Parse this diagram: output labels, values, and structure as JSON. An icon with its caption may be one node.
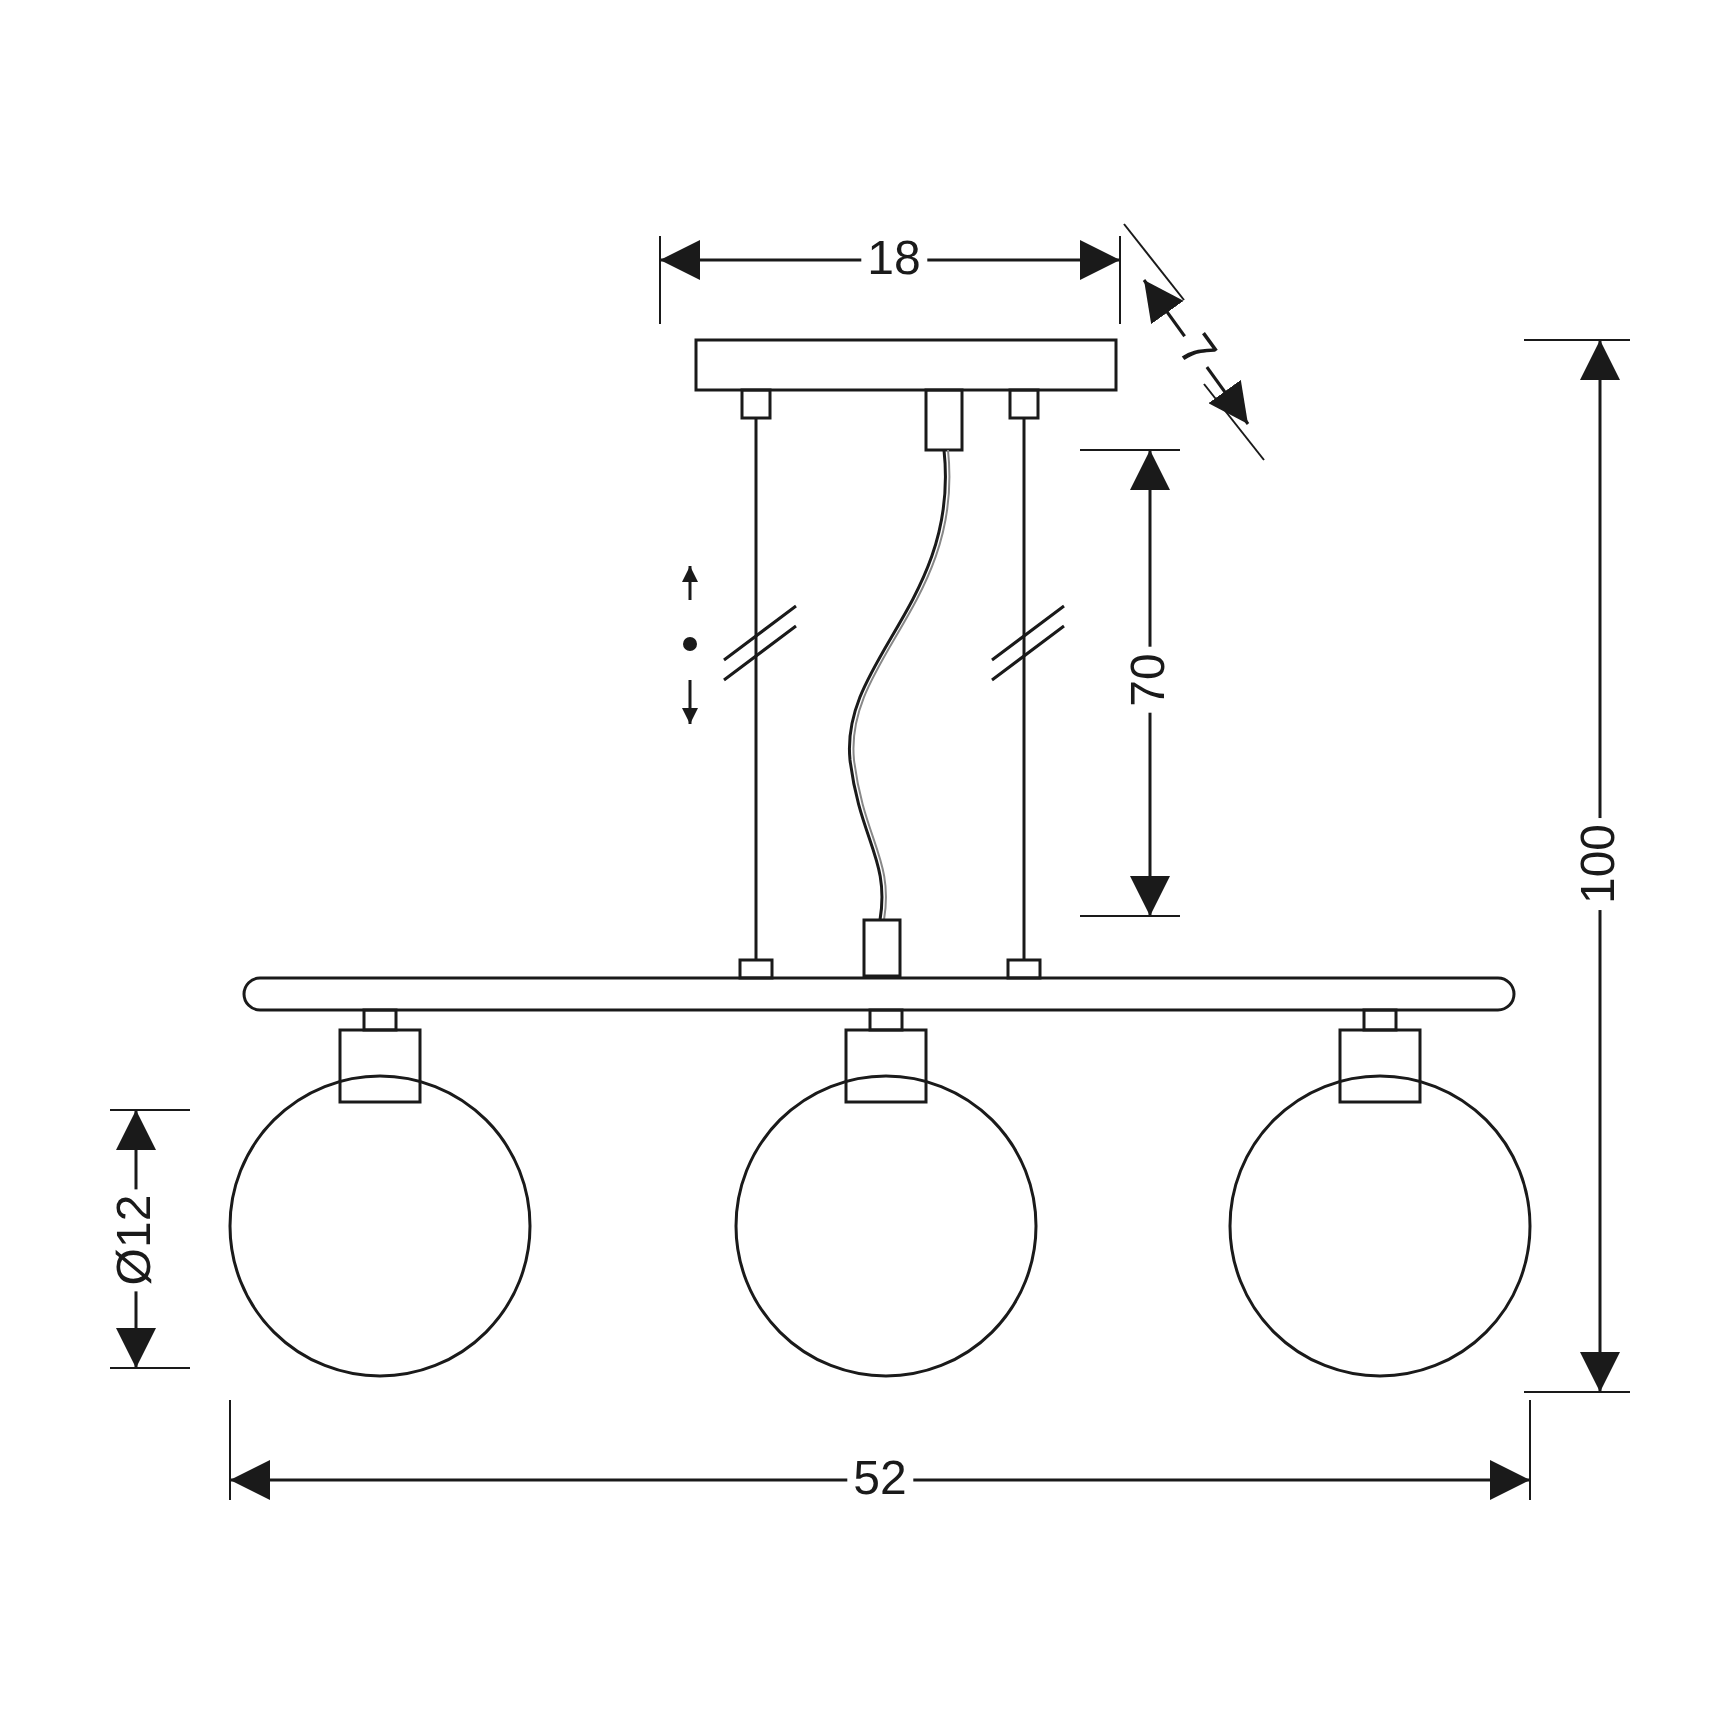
{
  "diagram": {
    "labels": [
      "18",
      "7",
      "70",
      "100",
      "Ø12",
      "52"
    ]
  }
}
